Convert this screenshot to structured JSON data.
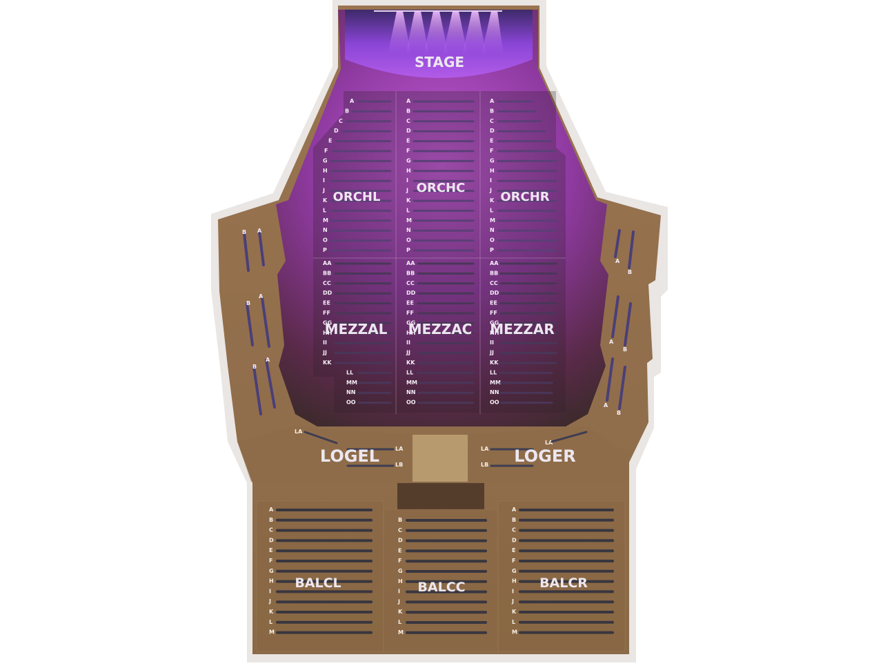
{
  "stage": {
    "label": "STAGE"
  },
  "sections": {
    "orchl": "ORCHL",
    "orchc": "ORCHC",
    "orchr": "ORCHR",
    "mezzal": "MEZZAL",
    "mezzac": "MEZZAC",
    "mezzar": "MEZZAR",
    "logel": "LOGEL",
    "loger": "LOGER",
    "balcl": "BALCL",
    "balcc": "BALCC",
    "balcr": "BALCR"
  },
  "rows": {
    "orchestra": [
      "A",
      "B",
      "C",
      "D",
      "E",
      "F",
      "G",
      "H",
      "I",
      "J",
      "K",
      "L",
      "M",
      "N",
      "O",
      "P"
    ],
    "mezzanine": [
      "AA",
      "BB",
      "CC",
      "DD",
      "EE",
      "FF",
      "GG",
      "HH",
      "II",
      "JJ",
      "KK",
      "LL",
      "MM",
      "NN",
      "OO"
    ],
    "balcony_side": [
      "A",
      "B",
      "C",
      "D",
      "E",
      "F",
      "G",
      "H",
      "I",
      "J",
      "K",
      "L",
      "M"
    ],
    "balcony_center": [
      "B",
      "C",
      "D",
      "E",
      "F",
      "G",
      "H",
      "I",
      "J",
      "K",
      "L",
      "M"
    ],
    "loge_inner": [
      "LA",
      "LB"
    ],
    "loge_outer": "LA",
    "box_rows": [
      "A",
      "B"
    ]
  },
  "colors": {
    "stage": "#a855e0",
    "orchestra_glow": "#b04fc9",
    "floor_dark": "#3a2a30",
    "tan": "#a07a52",
    "row_line": "#4a4a70"
  }
}
